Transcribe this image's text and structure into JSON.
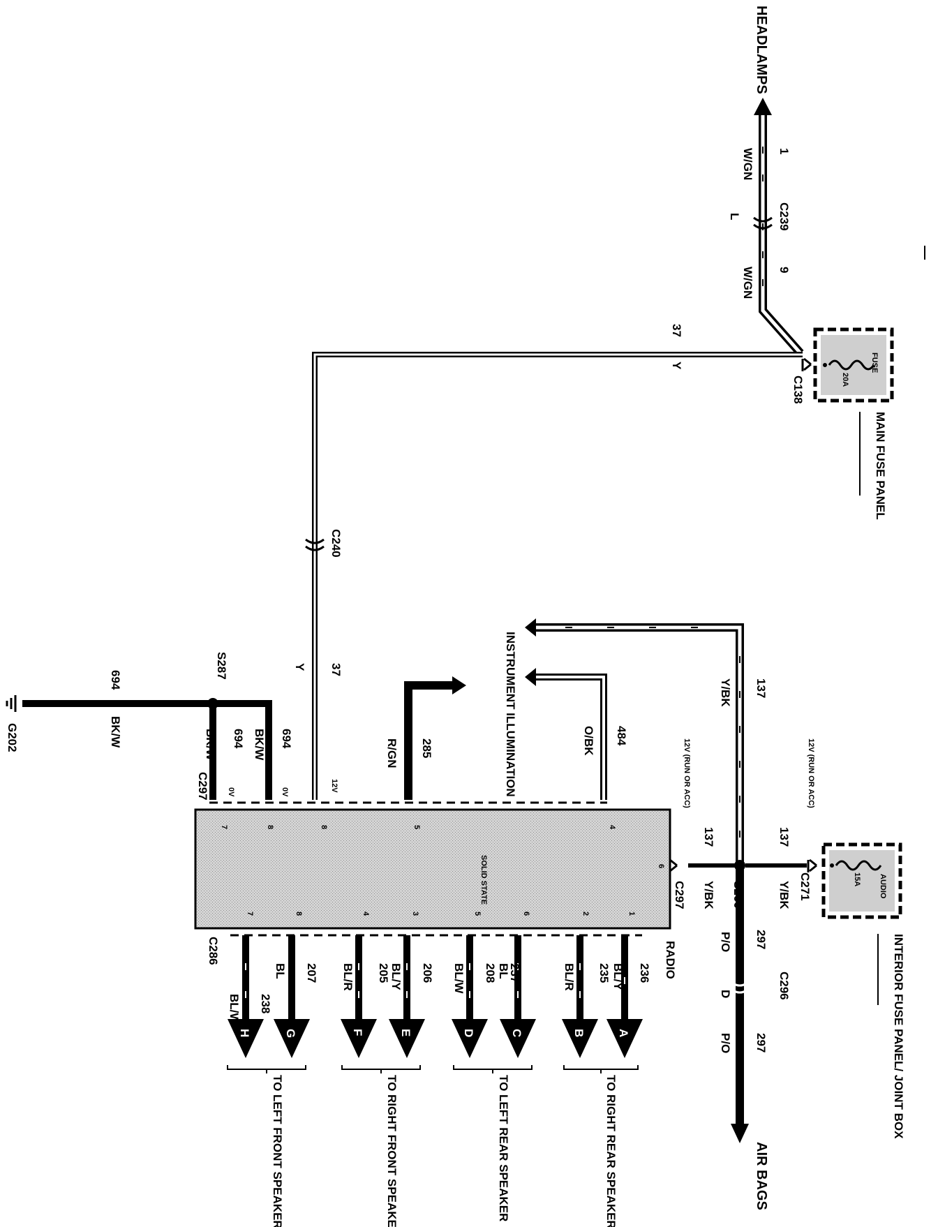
{
  "labels": {
    "headlamps": "HEADLAMPS",
    "main_fuse_panel": "MAIN FUSE PANEL",
    "interior_fuse_panel": "INTERIOR FUSE PANEL/ JOINT BOX",
    "instrument_illumination": "INSTRUMENT ILLUMINATION",
    "air_bags": "AIR BAGS",
    "radio": "RADIO",
    "solid_state": "SOLID STATE",
    "to_right_rear": "TO RIGHT REAR SPEAKER",
    "to_left_rear": "TO LEFT REAR SPEAKER",
    "to_right_front": "TO RIGHT FRONT SPEAKER",
    "to_left_front": "TO LEFT FRONT SPEAKER",
    "run_or_acc": "12V (RUN OR ACC)",
    "fuse_main_rating": "20A",
    "fuse_main_name": "FUSE",
    "fuse_int_rating": "15A",
    "fuse_int_name": "AUDIO"
  },
  "connectors": {
    "c239": "C239",
    "c138": "C138",
    "c240": "C240",
    "c271": "C271",
    "c296": "C296",
    "c297a": "C297",
    "c297b": "C297",
    "c286": "C286",
    "s287": "S287",
    "s260": "S260",
    "g202": "G202"
  },
  "pins": {
    "c239_l": "L",
    "c296_d": "D",
    "c297_6": "6",
    "radio": [
      "8",
      "5",
      "4",
      "8",
      "7",
      "1",
      "2",
      "6",
      "5",
      "3",
      "4",
      "8",
      "7"
    ],
    "radio_letters": [
      "A",
      "B",
      "C",
      "D",
      "E",
      "F",
      "G",
      "H"
    ]
  },
  "volts": {
    "v12": "12V",
    "v0a": "0V",
    "v0b": "0V"
  },
  "wires": {
    "w1": "1",
    "wgn": "W/GN",
    "w9": "9",
    "w37": "37",
    "wy": "Y",
    "w137": "137",
    "wybk": "Y/BK",
    "w484": "484",
    "wobk": "O/BK",
    "w285": "285",
    "wrgn": "R/GN",
    "w694": "694",
    "wbkw": "BK/W",
    "w297": "297",
    "wpo": "P/O",
    "w236": "236",
    "w235": "235",
    "wbly": "BL/Y",
    "wblr": "BL/R",
    "w237": "237",
    "w208": "208",
    "wbl": "BL",
    "wblw": "BL/W",
    "w206": "206",
    "w205": "205",
    "w207": "207",
    "w238": "238"
  }
}
